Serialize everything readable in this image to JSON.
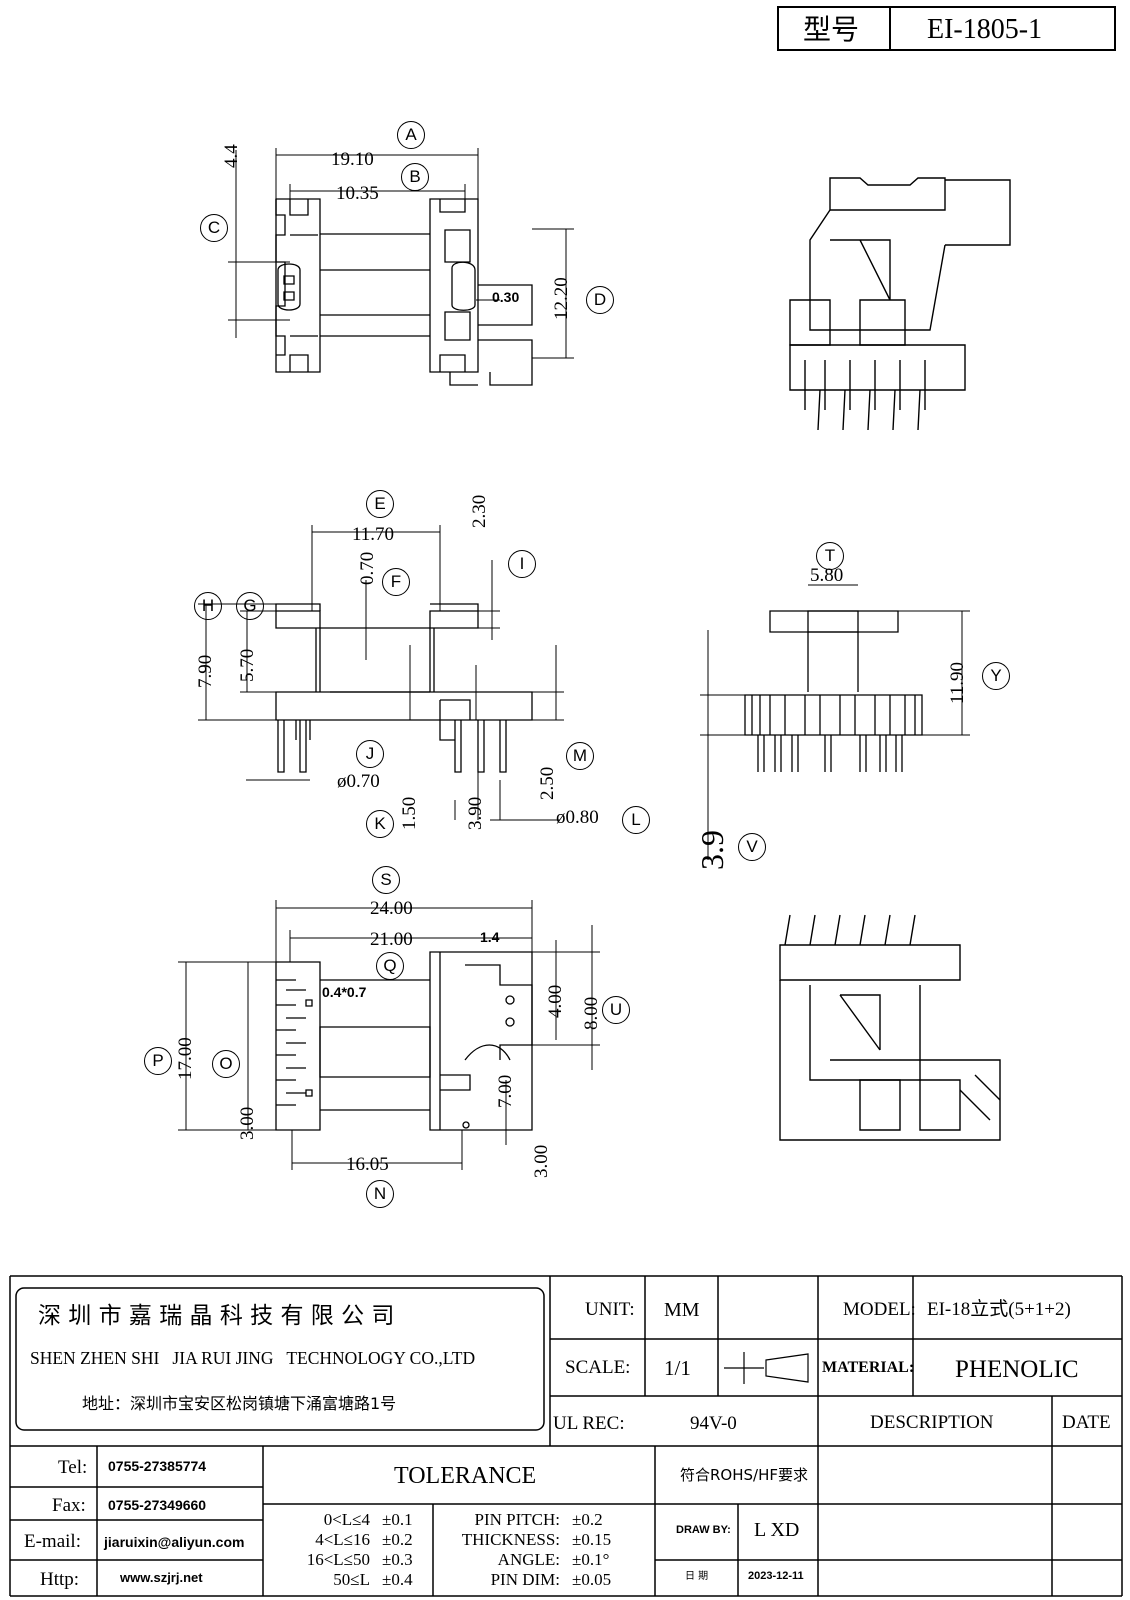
{
  "title_block": {
    "model_label": "型号",
    "model_value": "EI-1805-1"
  },
  "top_view": {
    "dims": {
      "A": "19.10",
      "B": "10.35",
      "C": "4.4",
      "D": "12.20",
      "gap": "0.30"
    },
    "callouts": [
      "A",
      "B",
      "C",
      "D"
    ]
  },
  "front_view": {
    "dims": {
      "E": "11.70",
      "top": "2.30",
      "F": "0.70",
      "H": "7.90",
      "G": "5.70",
      "J": "ø0.70",
      "K": "1.50",
      "L1": "3.90",
      "M": "2.50",
      "L": "ø0.80"
    },
    "callouts": [
      "E",
      "F",
      "H",
      "G",
      "I",
      "J",
      "K",
      "L",
      "M"
    ]
  },
  "side_view": {
    "dims": {
      "T": "5.80",
      "Y": "11.90",
      "V": "3.9"
    },
    "callouts": [
      "T",
      "Y",
      "V"
    ]
  },
  "bottom_view": {
    "dims": {
      "S": "24.00",
      "inner": "21.00",
      "small": "1.4",
      "Q": "0.4*0.7",
      "U4": "4.00",
      "U": "8.00",
      "P": "17.00",
      "O": "3.00",
      "N": "16.05",
      "h7": "7.00",
      "h3": "3.00"
    },
    "callouts": [
      "S",
      "Q",
      "U",
      "P",
      "O",
      "N"
    ]
  },
  "company": {
    "name_cn": "深 圳 市 嘉 瑞 晶 科 技 有 限 公 司",
    "name_en": "SHEN ZHEN SHI   JIA RUI JING   TECHNOLOGY CO.,LTD",
    "address": "地址：深圳市宝安区松岗镇塘下涌富塘路1号"
  },
  "spec": {
    "unit_label": "UNIT:",
    "unit_value": "MM",
    "scale_label": "SCALE:",
    "scale_value": "1/1",
    "ul_label": "UL REC:",
    "ul_value": "94V-0",
    "model_label": "MODEL:",
    "model_value": "EI-18立式(5+1+2)",
    "material_label": "MATERIAL:",
    "material_value": "PHENOLIC",
    "description_label": "DESCRIPTION",
    "date_label": "DATE"
  },
  "contact": {
    "tel_label": "Tel:",
    "tel": "0755-27385774",
    "fax_label": "Fax:",
    "fax": "0755-27349660",
    "email_label": "E-mail:",
    "email": "jiaruixin@aliyun.com",
    "http_label": "Http:",
    "http": "www.szjrj.net"
  },
  "tolerance": {
    "title": "TOLERANCE",
    "ranges": [
      {
        "range": "0<L≤4",
        "tol": "±0.1"
      },
      {
        "range": "4<L≤16",
        "tol": "±0.2"
      },
      {
        "range": "16<L≤50",
        "tol": "±0.3"
      },
      {
        "range": "50≤L",
        "tol": "±0.4"
      }
    ],
    "items": [
      {
        "name": "PIN PITCH:",
        "tol": "±0.2"
      },
      {
        "name": "THICKNESS:",
        "tol": "±0.15"
      },
      {
        "name": "ANGLE:",
        "tol": "±0.1°"
      },
      {
        "name": "PIN DIM:",
        "tol": "±0.05"
      }
    ]
  },
  "approval": {
    "rohs": "符合ROHS/HF要求",
    "draw_by_label": "DRAW BY:",
    "draw_by": "L XD",
    "date_label": "日 期",
    "date": "2023-12-11"
  }
}
